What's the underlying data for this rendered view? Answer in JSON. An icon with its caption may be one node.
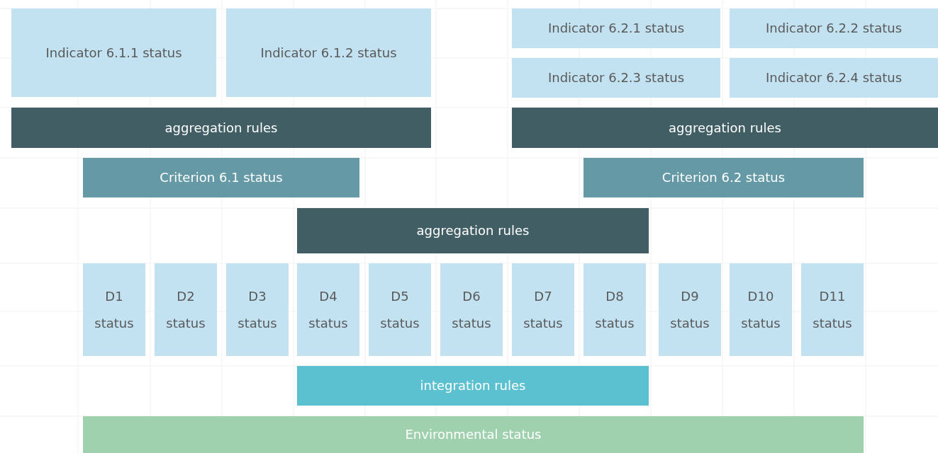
{
  "diagram": {
    "nodes": [
      {
        "text": [
          "Indicator 6.1.1 status"
        ]
      },
      {
        "text": [
          "Indicator 6.1.2 status"
        ]
      },
      {
        "text": [
          "Indicator 6.2.1 status"
        ]
      },
      {
        "text": [
          "Indicator 6.2.2 status"
        ]
      },
      {
        "text": [
          "Indicator 6.2.3 status"
        ]
      },
      {
        "text": [
          "Indicator 6.2.4 status"
        ]
      },
      {
        "text": [
          "aggregation rules"
        ]
      },
      {
        "text": [
          "aggregation rules"
        ]
      },
      {
        "text": [
          "Criterion 6.1 status"
        ]
      },
      {
        "text": [
          "Criterion 6.2 status"
        ]
      },
      {
        "text": [
          "aggregation rules"
        ]
      },
      {
        "text": [
          "D1 status"
        ]
      },
      {
        "text": [
          "D2 status"
        ]
      },
      {
        "text": [
          "D3 status"
        ]
      },
      {
        "text": [
          "D4 status"
        ]
      },
      {
        "text": [
          "D5 status"
        ]
      },
      {
        "text": [
          "D6 status"
        ]
      },
      {
        "text": [
          "D7 status"
        ]
      },
      {
        "text": [
          "D8 status"
        ]
      },
      {
        "text": [
          "D9 status"
        ]
      },
      {
        "text": [
          "D10 status"
        ]
      },
      {
        "text": [
          "D11 status"
        ]
      },
      {
        "text": [
          "integration rules"
        ]
      },
      {
        "text": [
          "Environmental status"
        ]
      }
    ]
  }
}
